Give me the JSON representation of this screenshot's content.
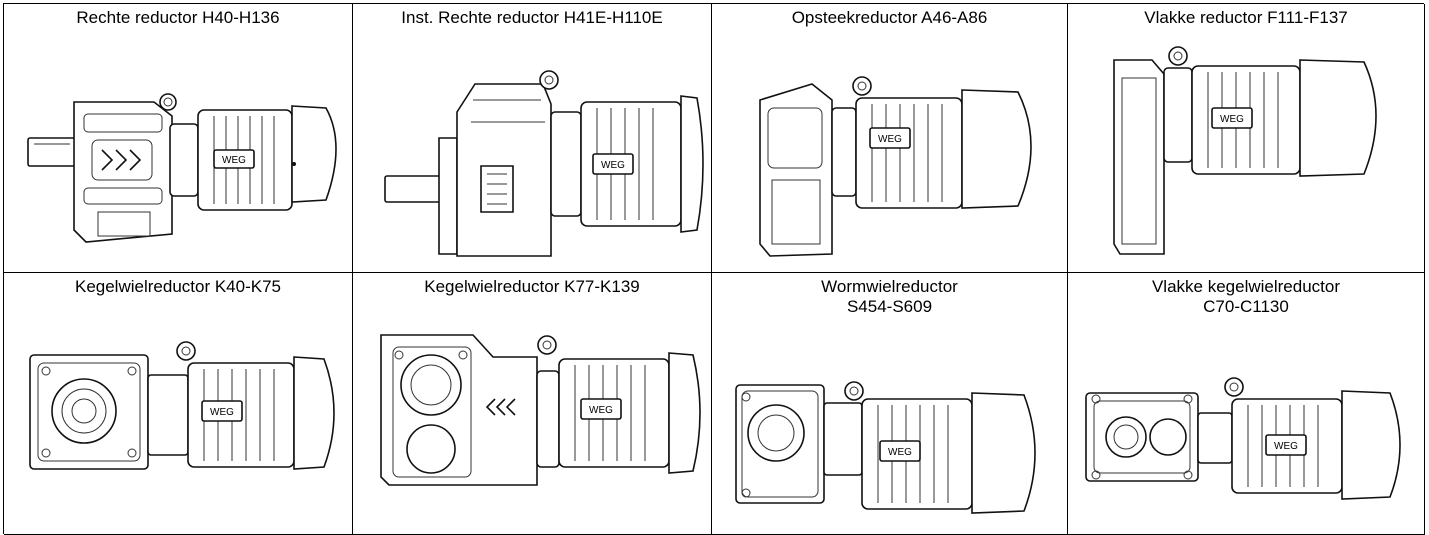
{
  "cells": [
    {
      "title": "Rechte reductor H40-H136"
    },
    {
      "title": "Inst. Rechte reductor H41E-H110E"
    },
    {
      "title": "Opsteekreductor A46-A86"
    },
    {
      "title": "Vlakke reductor F111-F137"
    },
    {
      "title": "Kegelwielreductor K40-K75"
    },
    {
      "title": "Kegelwielreductor K77-K139"
    },
    {
      "title": "Wormwielreductor\nS454-S609"
    },
    {
      "title": "Vlakke kegelwielreductor\nC70-C1130"
    }
  ],
  "logo_text": "WEG"
}
